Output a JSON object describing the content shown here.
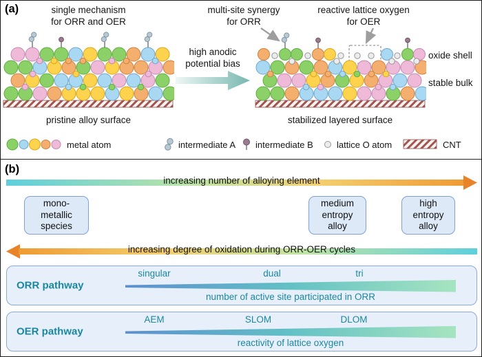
{
  "panel_a": {
    "tag": "(a)",
    "left_heading": "single mechanism\nfor ORR and OER",
    "arrow_label": "high anodic\npotential bias",
    "right_heading_orr": "multi-site synergy\nfor ORR",
    "right_heading_oer": "reactive lattice oxygen\nfor OER",
    "left_caption": "pristine alloy surface",
    "right_caption": "stabilized layered surface",
    "layer_label_top": "oxide shell",
    "layer_label_bottom": "stable bulk",
    "legend": {
      "metal": "metal atom",
      "intermediate_a": "intermediate A",
      "intermediate_b": "intermediate B",
      "lattice_o": "lattice O atom",
      "cnt": "CNT"
    }
  },
  "panel_b": {
    "tag": "(b)",
    "arrow_top_label": "increasing number of alloying element",
    "arrow_bottom_label": "increasing degree of oxidation during ORR-OER cycles",
    "boxes": [
      "mono-\nmetallic\nspecies",
      "medium\nentropy\nalloy",
      "high\nentropy\nalloy"
    ],
    "orr": {
      "title": "ORR pathway",
      "stages": [
        "singular",
        "dual",
        "tri"
      ],
      "caption": "number of active site participated in ORR"
    },
    "oer": {
      "title": "OER pathway",
      "stages": [
        "AEM",
        "SLOM",
        "DLOM"
      ],
      "caption": "reactivity of lattice oxygen"
    }
  },
  "colors": {
    "metal_palette": [
      {
        "fill": "#8bd168",
        "stroke": "#5fae3e"
      },
      {
        "fill": "#a9d8f2",
        "stroke": "#6fa6cc"
      },
      {
        "fill": "#ffd34d",
        "stroke": "#d9a61a"
      },
      {
        "fill": "#f4ae6e",
        "stroke": "#cf813d"
      },
      {
        "fill": "#eebad8",
        "stroke": "#c687b4"
      }
    ],
    "lattice_o": {
      "fill": "#ececec",
      "stroke": "#979797"
    },
    "intermediate_a": {
      "fill": "#b9c9d4",
      "stroke": "#7e95a3"
    },
    "intermediate_b": {
      "fill": "#9b7b8e",
      "stroke": "#6f5366"
    },
    "stick": "#666666",
    "cnt_stripe": "#a2544e",
    "cnt_bg": "#fcf3f2",
    "gray_arrow": "#9e9e9e",
    "teal_text": "#1a87a0",
    "grad_cyan": "#5ecfdc",
    "grad_green": "#bfe4a4",
    "grad_yellow": "#f4cf6f",
    "grad_orange": "#ef9b33",
    "grad_orange_deep": "#e8832a",
    "wedge_blue": "#5c8fd0",
    "wedge_teal": "#63c1c5",
    "wedge_green": "#a6e4c0",
    "trans_start": "#eef6f4",
    "trans_end": "#77b8b0"
  }
}
